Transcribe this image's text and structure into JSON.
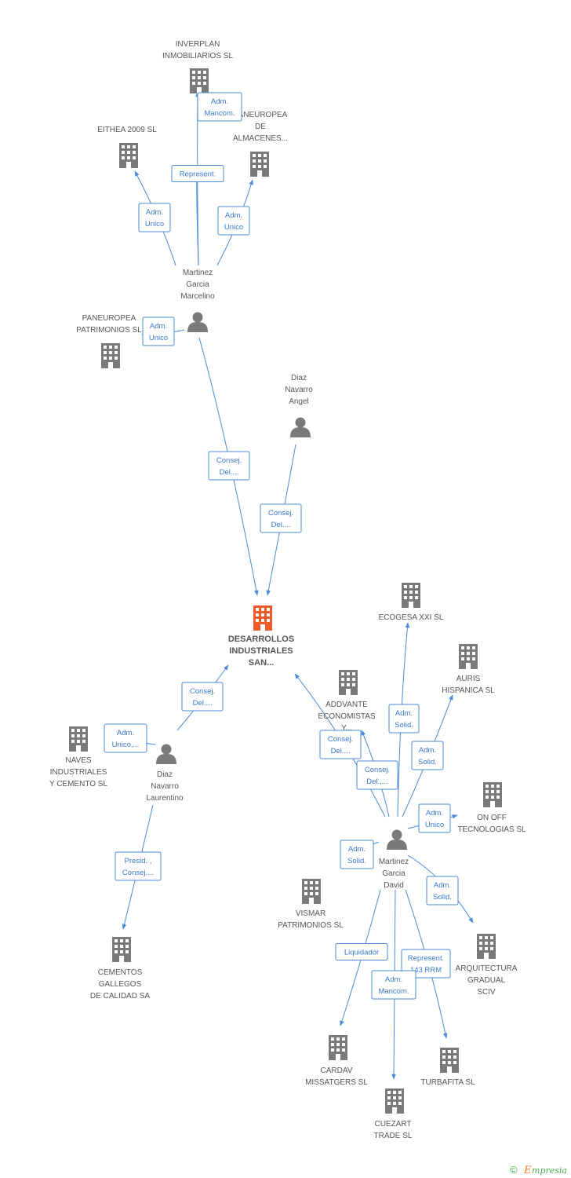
{
  "colors": {
    "edge": "#4a8ad6",
    "node": "#7a7a7a",
    "main": "#f05a28",
    "relText": "#3a79c9",
    "label": "#555555"
  },
  "logo": {
    "copyright": "©",
    "initial": "E",
    "text": "mpresia"
  },
  "nodes": [
    {
      "id": "inverplan",
      "type": "company",
      "lines": [
        "INVERPLAN",
        "INMOBILIARIOS SL"
      ]
    },
    {
      "id": "eithea",
      "type": "company",
      "lines": [
        "EITHEA 2009 SL"
      ]
    },
    {
      "id": "paneuropea_alm",
      "type": "company",
      "lines": [
        "PANEUROPEA",
        "DE",
        "ALMACENES..."
      ]
    },
    {
      "id": "marcelino",
      "type": "person",
      "lines": [
        "Martinez",
        "Garcia",
        "Marcelino"
      ]
    },
    {
      "id": "paneuropea_pat",
      "type": "company",
      "lines": [
        "PANEUROPEA",
        "PATRIMONIOS SL"
      ]
    },
    {
      "id": "angel",
      "type": "person",
      "lines": [
        "Diaz",
        "Navarro",
        "Angel"
      ]
    },
    {
      "id": "main",
      "type": "main",
      "lines": [
        "DESARROLLOS",
        "INDUSTRIALES",
        "SAN..."
      ]
    },
    {
      "id": "ecogesa",
      "type": "company",
      "lines": [
        "ECOGESA XXI SL"
      ]
    },
    {
      "id": "auris",
      "type": "company",
      "lines": [
        "AURIS",
        "HISPANICA SL"
      ]
    },
    {
      "id": "addvante",
      "type": "company",
      "lines": [
        "ADDVANTE",
        "ECONOMISTAS",
        "Y..."
      ]
    },
    {
      "id": "naves",
      "type": "company",
      "lines": [
        "NAVES",
        "INDUSTRIALES",
        "Y CEMENTO  SL"
      ]
    },
    {
      "id": "laurentino",
      "type": "person",
      "lines": [
        "Diaz",
        "Navarro",
        "Laurentino"
      ]
    },
    {
      "id": "onoff",
      "type": "company",
      "lines": [
        "ON OFF",
        "TECNOLOGIAS SL"
      ]
    },
    {
      "id": "david",
      "type": "person",
      "lines": [
        "Martinez",
        "Garcia",
        "David"
      ]
    },
    {
      "id": "vismar",
      "type": "company",
      "lines": [
        "VISMAR",
        "PATRIMONIOS SL"
      ]
    },
    {
      "id": "arquitectura",
      "type": "company",
      "lines": [
        "ARQUITECTURA",
        "GRADUAL",
        "SCIV"
      ]
    },
    {
      "id": "cementos",
      "type": "company",
      "lines": [
        "CEMENTOS",
        "GALLEGOS",
        "DE CALIDAD SA"
      ]
    },
    {
      "id": "cardav",
      "type": "company",
      "lines": [
        "CARDAV",
        "MISSATGERS SL"
      ]
    },
    {
      "id": "turbafita",
      "type": "company",
      "lines": [
        "TURBAFITA SL"
      ]
    },
    {
      "id": "cuezart",
      "type": "company",
      "lines": [
        "CUEZART",
        "TRADE SL"
      ]
    }
  ],
  "edges": [
    {
      "id": "e1",
      "from": "marcelino",
      "to": "eithea",
      "lines": [
        "Adm.",
        "Unico"
      ]
    },
    {
      "id": "e2",
      "from": "marcelino",
      "to": "inverplan",
      "lines": [
        "Represent."
      ]
    },
    {
      "id": "e3",
      "from": "marcelino",
      "to": "inverplan",
      "lines": [
        "Adm.",
        "Mancom."
      ]
    },
    {
      "id": "e4",
      "from": "marcelino",
      "to": "paneuropea_alm",
      "lines": [
        "Adm.",
        "Unico"
      ]
    },
    {
      "id": "e5",
      "from": "marcelino",
      "to": "paneuropea_pat",
      "lines": [
        "Adm.",
        "Unico"
      ]
    },
    {
      "id": "e6",
      "from": "marcelino",
      "to": "main",
      "lines": [
        "Consej.",
        "Del...."
      ]
    },
    {
      "id": "e7",
      "from": "angel",
      "to": "main",
      "lines": [
        "Consej.",
        "Del...."
      ]
    },
    {
      "id": "e8",
      "from": "laurentino",
      "to": "main",
      "lines": [
        "Consej.",
        "Del...."
      ]
    },
    {
      "id": "e9",
      "from": "laurentino",
      "to": "naves",
      "lines": [
        "Adm.",
        "Unico,..."
      ]
    },
    {
      "id": "e10",
      "from": "laurentino",
      "to": "cementos",
      "lines": [
        "Presid. ,",
        "Consej...."
      ]
    },
    {
      "id": "e11",
      "from": "david",
      "to": "main",
      "lines": [
        "Consej.",
        "Del...."
      ]
    },
    {
      "id": "e12",
      "from": "david",
      "to": "addvante",
      "lines": [
        "Consej.",
        "Del.,..."
      ]
    },
    {
      "id": "e13",
      "from": "david",
      "to": "ecogesa",
      "lines": [
        "Adm.",
        "Solid."
      ]
    },
    {
      "id": "e14",
      "from": "david",
      "to": "auris",
      "lines": [
        "Adm.",
        "Solid."
      ]
    },
    {
      "id": "e15",
      "from": "david",
      "to": "onoff",
      "lines": [
        "Adm.",
        "Unico"
      ]
    },
    {
      "id": "e16",
      "from": "david",
      "to": "vismar",
      "lines": [
        "Adm.",
        "Solid."
      ]
    },
    {
      "id": "e17",
      "from": "david",
      "to": "arquitectura",
      "lines": [
        "Adm.",
        "Solid."
      ]
    },
    {
      "id": "e18",
      "from": "david",
      "to": "cardav",
      "lines": [
        "Liquidador"
      ]
    },
    {
      "id": "e19",
      "from": "david",
      "to": "turbafita",
      "lines": [
        "Represent.",
        "143 RRM"
      ]
    },
    {
      "id": "e20",
      "from": "david",
      "to": "cuezart",
      "lines": [
        "Adm.",
        "Mancom."
      ]
    }
  ]
}
